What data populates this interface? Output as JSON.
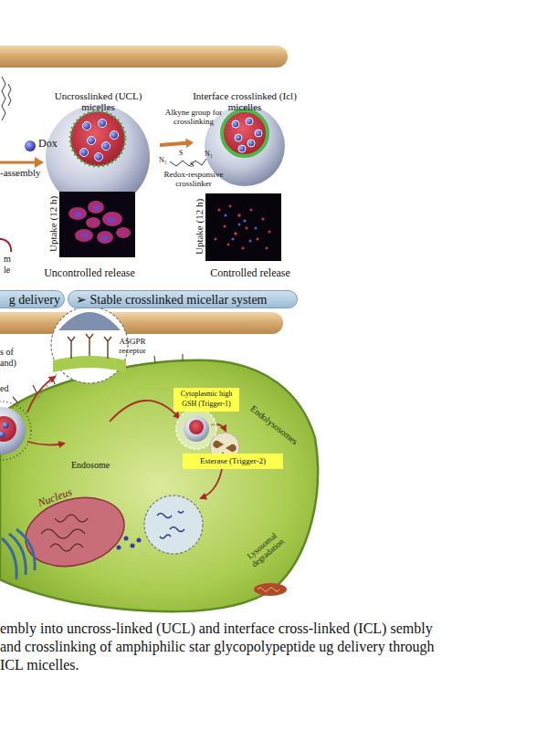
{
  "diagram": {
    "caption": "embly into uncross-linked (UCL) and interface cross-linked (ICL) sembly and crosslinking of amphiphilic star glycopolypeptide ug delivery through ICL micelles.",
    "nodes": [
      {
        "text": [
          "Uncrosslinked (UCL) micelles"
        ]
      },
      {
        "text": [
          "Interface crosslinked (Icl) micelles"
        ]
      },
      {
        "text": [
          "Uptake (12 h)",
          "Uncontrolled release"
        ]
      },
      {
        "text": [
          "Uptake (12 h)",
          "Controlled release"
        ]
      },
      {
        "text": [
          "g delivery"
        ]
      },
      {
        "text": [
          "➢ Stable crosslinked micellar system"
        ]
      },
      {
        "text": [
          "Endosome"
        ]
      },
      {
        "text": [
          "Cytoplasmic high GSH (Trigger-1)"
        ]
      },
      {
        "text": [
          "Esterase (Trigger-2)"
        ]
      }
    ],
    "edges": [
      {
        "from": 0,
        "to": 1,
        "arrow": "to"
      }
    ],
    "labels": [
      "Dox",
      "-assembly",
      "Alkyne group for crosslinking",
      "N₃",
      "S",
      "S",
      "N₃",
      "Redox-responsive crosslinker",
      "m",
      "le",
      "s of",
      "and)",
      "ed",
      "ASGPR receptor",
      "Endolysosomes",
      "Nucleus",
      "Lysosomal degradation"
    ]
  }
}
